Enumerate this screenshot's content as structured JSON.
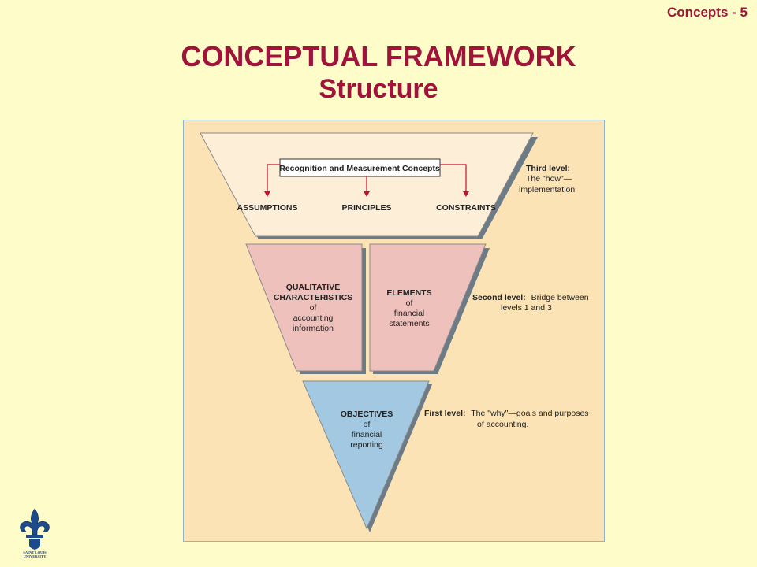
{
  "slide_number": "Concepts  -  5",
  "title_line1": "CONCEPTUAL FRAMEWORK",
  "title_line2": "Structure",
  "third_level": {
    "box_label": "Recognition and Measurement Concepts",
    "items": [
      "ASSUMPTIONS",
      "PRINCIPLES",
      "CONSTRAINTS"
    ],
    "note_bold": "Third level:",
    "note_line2": "The \"how\"—",
    "note_line3": "implementation"
  },
  "second_level": {
    "left_line1": "QUALITATIVE",
    "left_line2": "CHARACTERISTICS",
    "left_line3": "of",
    "left_line4": "accounting",
    "left_line5": "information",
    "right_line1": "ELEMENTS",
    "right_line2": "of",
    "right_line3": "financial",
    "right_line4": "statements",
    "note_bold": "Second level:",
    "note_rest": "Bridge between",
    "note_line2": "levels 1 and 3"
  },
  "first_level": {
    "line1": "OBJECTIVES",
    "line2": "of",
    "line3": "financial",
    "line4": "reporting",
    "note_bold": "First level:",
    "note_rest": "The \"why\"—goals and purposes",
    "note_line2": "of accounting."
  },
  "logo_text_line1": "SAINT LOUIS",
  "logo_text_line2": "UNIVERSITY",
  "colors": {
    "title": "#a0143c",
    "background": "#fefcc8",
    "diagram_bg": "#fbe3b5",
    "third_level_fill": "#fdeed8",
    "second_level_fill": "#efc1bc",
    "first_level_fill": "#a3c8e1",
    "arrow": "#c8102e"
  }
}
